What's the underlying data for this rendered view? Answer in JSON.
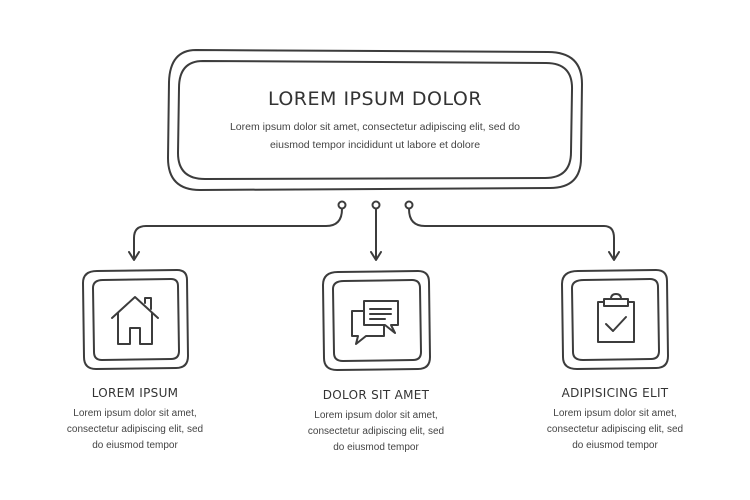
{
  "main_box": {
    "title": "LOREM IPSUM DOLOR",
    "body_line1": "Lorem ipsum dolor sit amet, consectetur adipiscing elit, sed do",
    "body_line2": "eiusmod tempor incididunt ut labore et dolore"
  },
  "items": [
    {
      "icon": "home-icon",
      "title": "LOREM IPSUM",
      "line1": "Lorem ipsum dolor sit amet,",
      "line2": "consectetur adipiscing elit, sed",
      "line3": "do eiusmod tempor"
    },
    {
      "icon": "chat-bubbles-icon",
      "title": "DOLOR SIT AMET",
      "line1": "Lorem ipsum dolor sit amet,",
      "line2": "consectetur adipiscing elit, sed",
      "line3": "do eiusmod tempor"
    },
    {
      "icon": "clipboard-check-icon",
      "title": "ADIPISICING ELIT",
      "line1": "Lorem ipsum dolor sit amet,",
      "line2": "consectetur adipiscing elit, sed",
      "line3": "do eiusmod tempor"
    }
  ],
  "colors": {
    "stroke": "#3c3c3c",
    "background": "#ffffff"
  }
}
